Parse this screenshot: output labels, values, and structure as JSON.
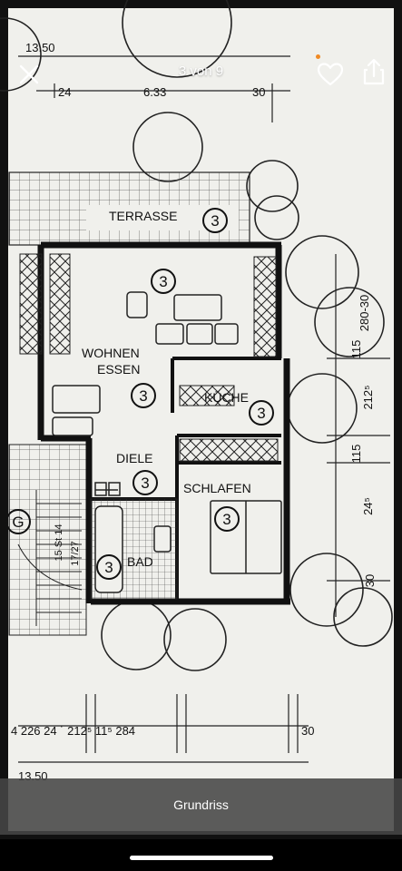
{
  "viewer": {
    "counter": "3 von 9",
    "caption": "Grundriss"
  },
  "icons": {
    "close": "close-icon",
    "heart": "heart-icon",
    "share": "share-icon"
  },
  "plan": {
    "rooms": {
      "terrasse": "TERRASSE",
      "wohnen": "WOHNEN",
      "essen": "ESSEN",
      "kueche": "KÜCHE",
      "diele": "DIELE",
      "schlafen": "SCHLAFEN",
      "bad": "BAD"
    },
    "circle_mark": "3",
    "circle_mark_g": "G",
    "dims": {
      "top_total": "13.50",
      "top_24": "24",
      "top_633": "6.33",
      "top_30": "30",
      "right_280_30": "280-30",
      "right_115a": "115",
      "right_2125": "212⁵",
      "right_115b": "115",
      "right_245": "24⁵",
      "right_30": "30",
      "stair": "15 St 14",
      "stair2": "17/27",
      "bottom_seq": "4  226 24  ˙ 212⁵    11⁵ 284",
      "bottom_30": "30",
      "bottom_total": "13.50"
    }
  },
  "colors": {
    "caption_bg": "#464646",
    "notification_dot": "#f08a24"
  }
}
